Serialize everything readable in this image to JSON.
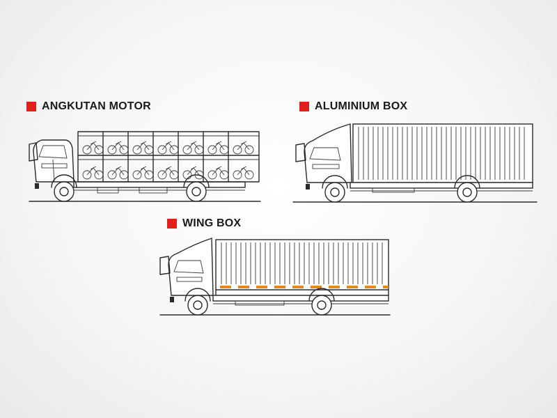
{
  "accent_color": "#e0201b",
  "stripe_color": "#e8871e",
  "variants": [
    {
      "label": "ANGKUTAN MOTOR",
      "icon": "red-square-icon"
    },
    {
      "label": "ALUMINIUM BOX",
      "icon": "red-square-icon"
    },
    {
      "label": "WING BOX",
      "icon": "red-square-icon"
    }
  ]
}
